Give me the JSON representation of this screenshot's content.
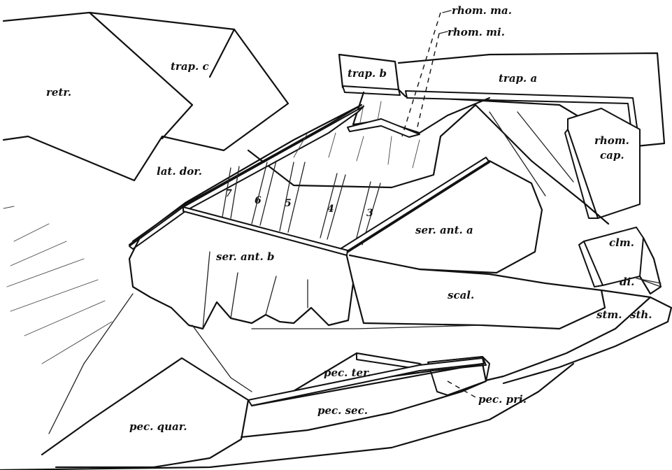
{
  "diagram": {
    "labels": {
      "retr": "retr.",
      "trap_c": "trap. c",
      "trap_b": "trap. b",
      "trap_a": "trap. a",
      "rhom_ma": "rhom. ma.",
      "rhom_mi": "rhom. mi.",
      "rhom_cap_1": "rhom.",
      "rhom_cap_2": "cap.",
      "lat_dor": "lat. dor.",
      "ser_ant_a": "ser. ant. a",
      "ser_ant_b": "ser. ant. b",
      "scal": "scal.",
      "clm": "clm.",
      "di": "di.",
      "stm": "stm.",
      "sth": "sth.",
      "pec_ter": "pec. ter.",
      "pec_pri": "pec. pri.",
      "pec_sec": "pec. sec.",
      "pec_quar": "pec. quar."
    },
    "rib_numbers": [
      "7",
      "6",
      "5",
      "4",
      "3"
    ]
  }
}
